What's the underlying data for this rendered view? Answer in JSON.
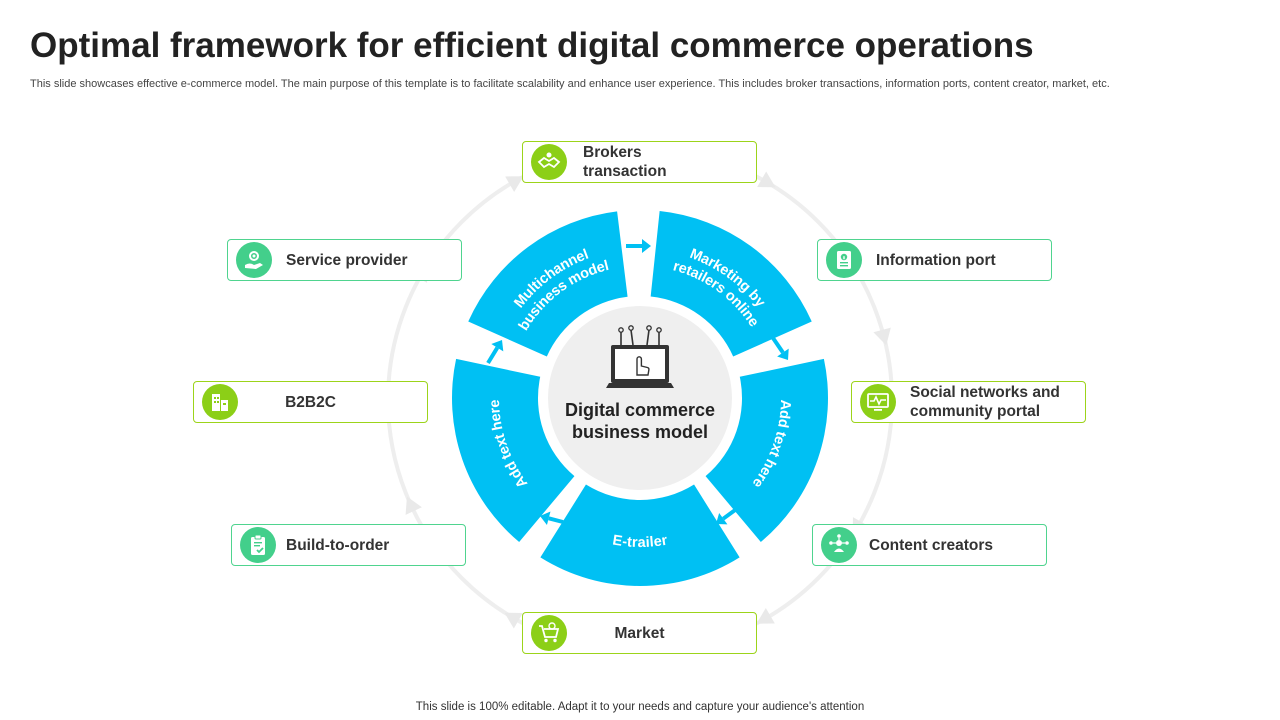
{
  "slide": {
    "title": "Optimal framework for efficient digital commerce operations",
    "subtitle": "This slide showcases effective e-commerce model. The main purpose of this template is to facilitate scalability and enhance user experience. This includes broker transactions, information ports, content creator, market, etc.",
    "footer": "This slide is 100% editable. Adapt it to your needs and capture your audience's attention"
  },
  "center": {
    "label": "Digital commerce\nbusiness model",
    "icon": "laptop-touch-icon"
  },
  "segments": [
    {
      "label_lines": [
        "Multichannel",
        "business model"
      ]
    },
    {
      "label_lines": [
        "Marketing by",
        "retailers online"
      ]
    },
    {
      "label_lines": [
        "Add text here"
      ]
    },
    {
      "label_lines": [
        "E-trailer"
      ]
    },
    {
      "label_lines": [
        "Add text here"
      ]
    }
  ],
  "boxes": {
    "brokers": {
      "label": "Brokers\ntransaction",
      "icon": "handshake-icon"
    },
    "service_provider": {
      "label": "Service provider",
      "icon": "hand-gear-icon"
    },
    "information_port": {
      "label": "Information port",
      "icon": "document-info-icon"
    },
    "b2b2c": {
      "label": "B2B2C",
      "icon": "buildings-icon"
    },
    "social": {
      "label": "Social networks and\ncommunity portal",
      "icon": "monitor-pulse-icon"
    },
    "build_to_order": {
      "label": "Build-to-order",
      "icon": "clipboard-check-icon"
    },
    "content_creators": {
      "label": "Content creators",
      "icon": "network-person-icon"
    },
    "market": {
      "label": "Market",
      "icon": "shopping-cart-icon"
    }
  },
  "colors": {
    "ring": "#00c0f3",
    "lime": "#8ccf17",
    "green": "#43cf8b",
    "center_disc": "#efefef",
    "outer_ring": "#eeeeee"
  }
}
